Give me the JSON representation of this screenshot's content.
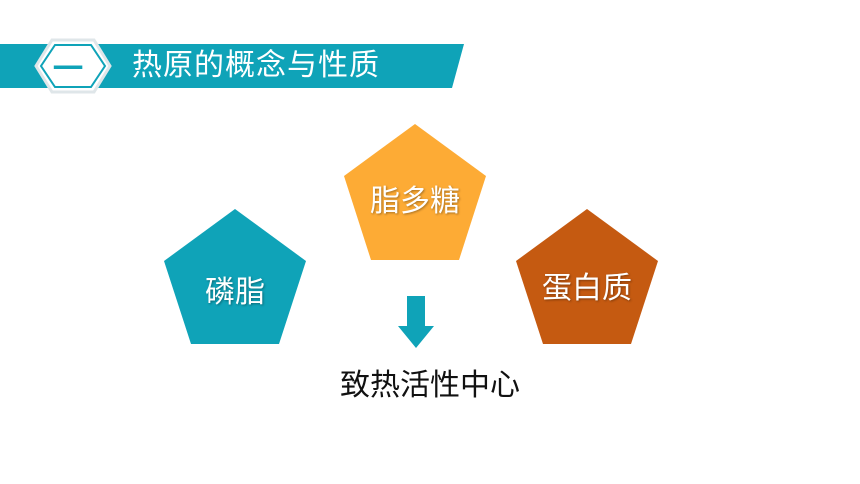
{
  "header": {
    "section_number": "一",
    "title": "热原的概念与性质"
  },
  "colors": {
    "teal": "#0fa3b8",
    "orange": "#fdab35",
    "brown": "#c55a11",
    "arrow": "#0fa3b8"
  },
  "shapes": {
    "left": {
      "label": "磷脂",
      "color": "#0fa3b8"
    },
    "top": {
      "label": "脂多糖",
      "color": "#fdab35"
    },
    "right": {
      "label": "蛋白质",
      "color": "#c55a11"
    }
  },
  "center": {
    "arrow_icon": "arrow-down-icon",
    "text": "致热活性中心"
  }
}
